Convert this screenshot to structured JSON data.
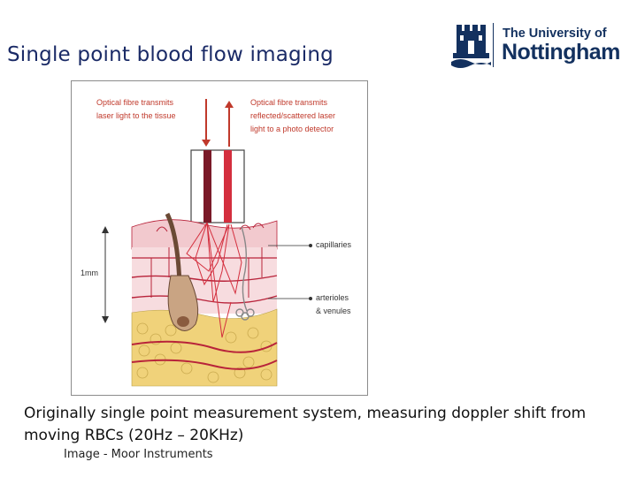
{
  "slide": {
    "title": "Single point blood flow imaging",
    "caption": "Originally single point measurement system, measuring doppler shift from moving RBCs (20Hz – 20KHz)",
    "credit": "Image - Moor Instruments"
  },
  "logo": {
    "line1": "The University of",
    "line2": "Nottingham",
    "color": "#13315f"
  },
  "diagram": {
    "label_transmit": [
      "Optical fibre transmits",
      "laser light to the tissue"
    ],
    "label_reflect": [
      "Optical fibre transmits",
      "reflected/scattered laser",
      "light to a photo detector"
    ],
    "label_capillaries": "capillaries",
    "label_arterioles": [
      "arterioles",
      "& venules"
    ],
    "label_depth": "1mm",
    "colors": {
      "vessel": "#b8233a",
      "skin": "#f7dcdf",
      "fat": "#f0d27a",
      "hair": "#6b4a35"
    }
  }
}
